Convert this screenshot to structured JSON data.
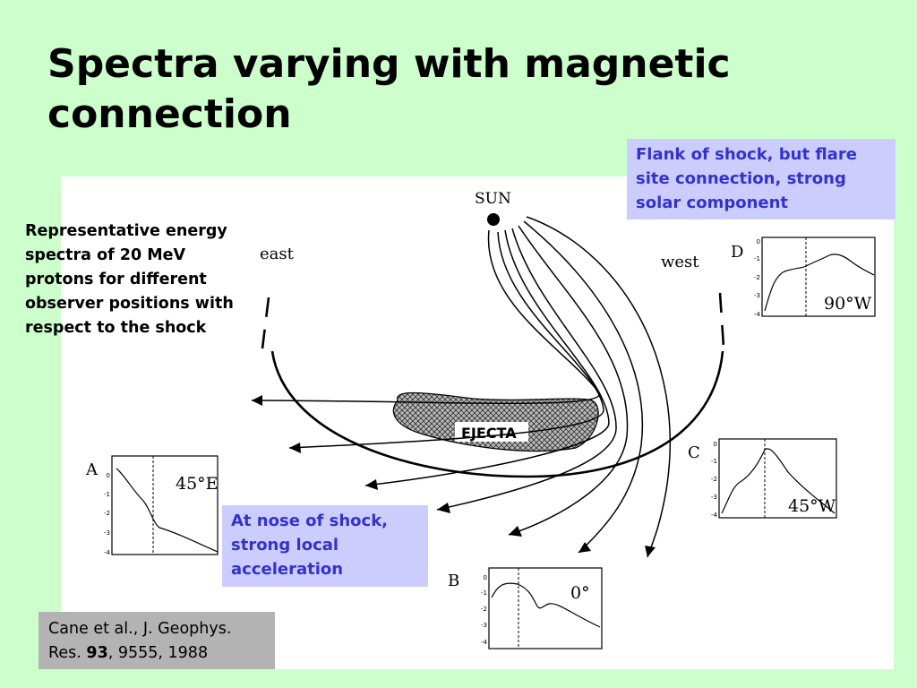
{
  "slide": {
    "title": "Spectra varying with magnetic connection"
  },
  "side_note": "Representative energy spectra of 20 MeV protons for different observer positions with respect to the shock",
  "callouts": {
    "flank": "Flank of shock, but flare site connection, strong solar component",
    "nose": "At nose of shock, strong local acceleration"
  },
  "citation": {
    "authors": "Cane et al., J. Geophys. Res. ",
    "volume": "93",
    "rest": ", 9555, 1988"
  },
  "diagram": {
    "sun_label": "SUN",
    "east_label": "east",
    "west_label": "west",
    "ejecta_label": "EJECTA",
    "panels": [
      {
        "letter": "A",
        "position": "45°E",
        "y_ticks": [
          "0",
          "-1",
          "-2",
          "-3",
          "-4"
        ]
      },
      {
        "letter": "B",
        "position": "0°",
        "y_ticks": [
          "0",
          "-1",
          "-2",
          "-3",
          "-4"
        ]
      },
      {
        "letter": "C",
        "position": "45°W",
        "y_ticks": [
          "0",
          "-1",
          "-2",
          "-3",
          "-4"
        ]
      },
      {
        "letter": "D",
        "position": "90°W",
        "y_ticks": [
          "0",
          "-1",
          "-2",
          "-3",
          "-4"
        ]
      }
    ]
  }
}
